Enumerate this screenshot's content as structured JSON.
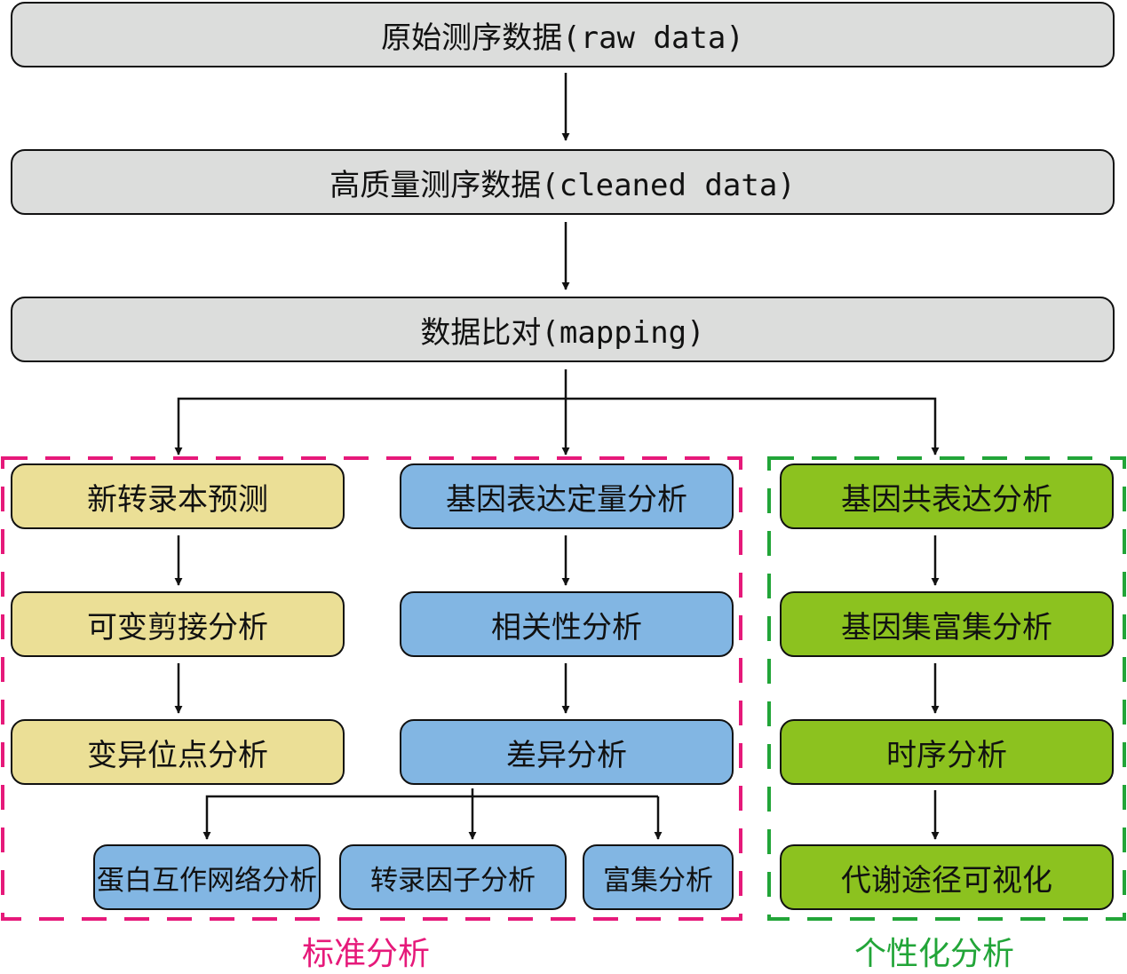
{
  "pipeline": {
    "raw_data": "原始测序数据(raw data)",
    "cleaned_data": "高质量测序数据(cleaned data)",
    "mapping": "数据比对(mapping)"
  },
  "standard_analysis": {
    "label": "标准分析",
    "color": "#e6197a",
    "column_yellow": [
      "新转录本预测",
      "可变剪接分析",
      "变异位点分析"
    ],
    "column_blue": [
      "基因表达定量分析",
      "相关性分析",
      "差异分析"
    ],
    "differential_children": [
      "蛋白互作网络分析",
      "转录因子分析",
      "富集分析"
    ]
  },
  "personalized_analysis": {
    "label": "个性化分析",
    "color": "#22a538",
    "column_green": [
      "基因共表达分析",
      "基因集富集分析",
      "时序分析",
      "代谢途径可视化"
    ]
  },
  "colors": {
    "pipeline_fill": "#dcdddc",
    "yellow_fill": "#ebdf96",
    "blue_fill": "#82b6e3",
    "green_fill": "#8cc21f"
  }
}
